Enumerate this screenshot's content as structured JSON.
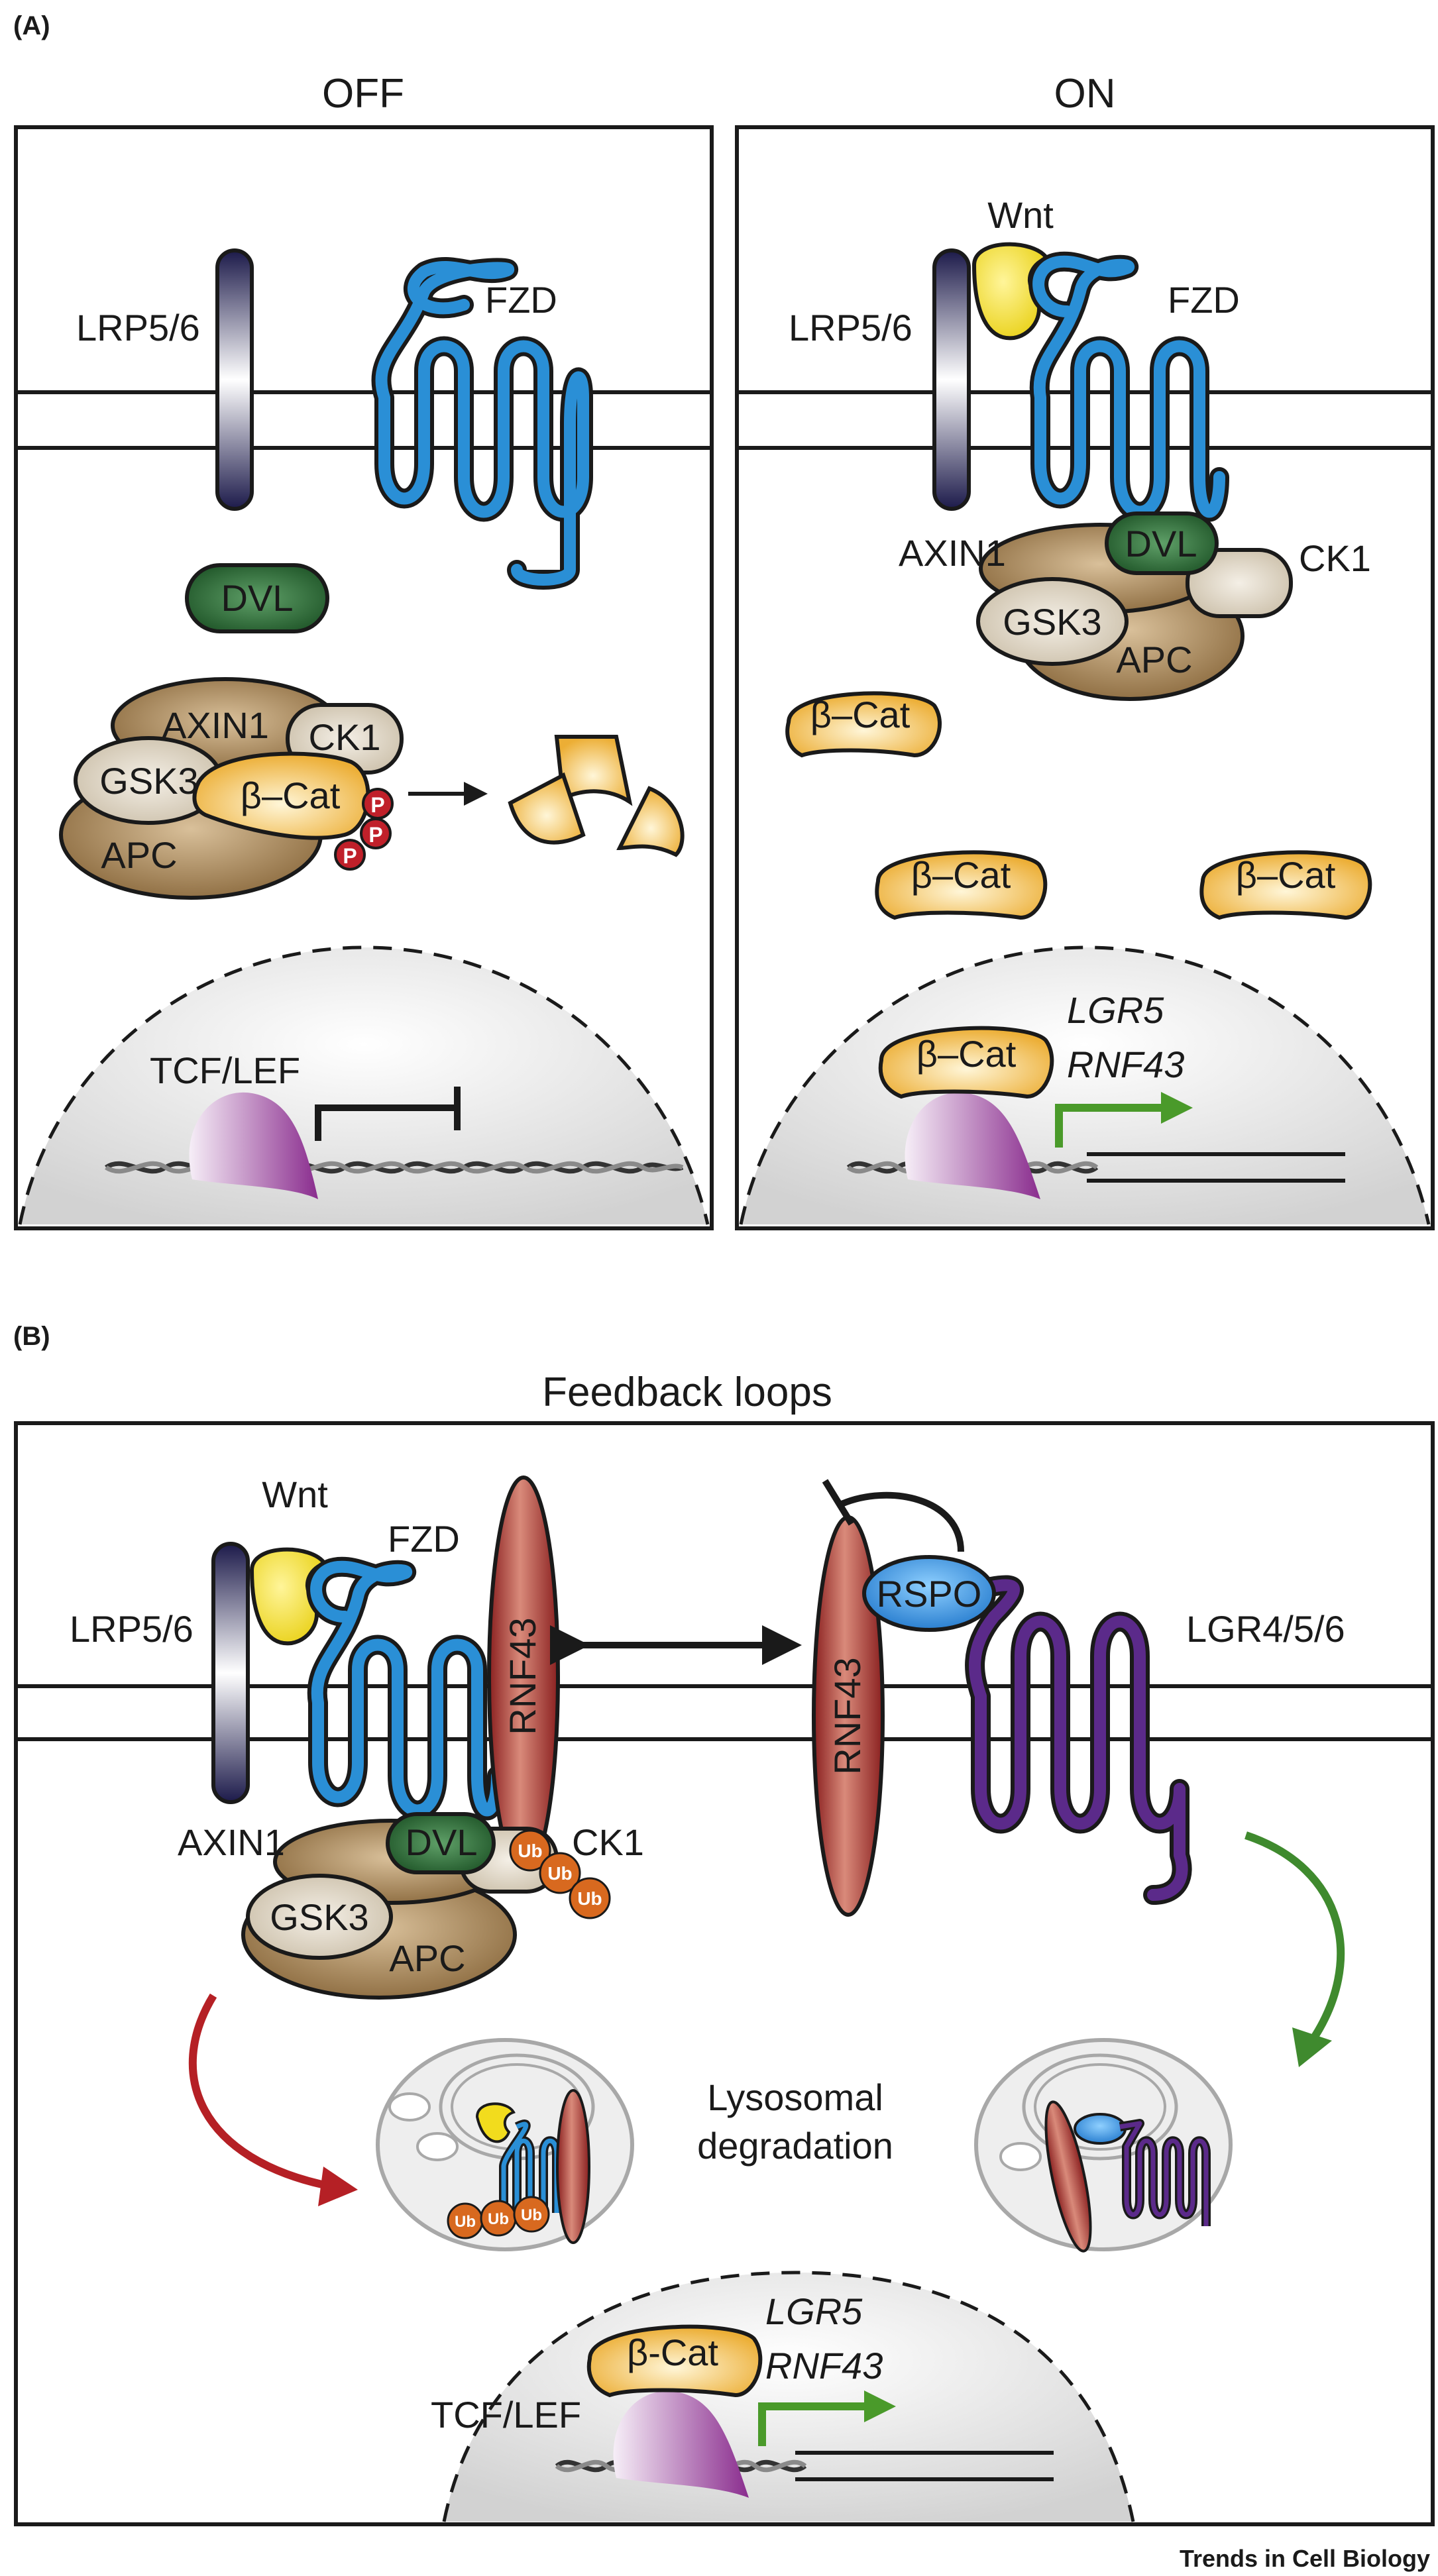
{
  "panel_a": {
    "label": "(A)",
    "off": {
      "title": "OFF",
      "lrp": "LRP5/6",
      "fzd": "FZD",
      "dvl": "DVL",
      "axin": "AXIN1",
      "ck1": "CK1",
      "gsk3": "GSK3",
      "bcat": "β–Cat",
      "apc": "APC",
      "phospho": "P",
      "tcf": "TCF/LEF"
    },
    "on": {
      "title": "ON",
      "wnt": "Wnt",
      "lrp": "LRP5/6",
      "fzd": "FZD",
      "axin": "AXIN1",
      "dvl": "DVL",
      "ck1": "CK1",
      "gsk3": "GSK3",
      "apc": "APC",
      "bcat_free_1": "β–Cat",
      "bcat_free_2": "β–Cat",
      "bcat_free_3": "β–Cat",
      "bcat_nuclear": "β–Cat",
      "gene_1": "LGR5",
      "gene_2": "RNF43"
    }
  },
  "panel_b": {
    "label": "(B)",
    "title": "Feedback loops",
    "wnt": "Wnt",
    "fzd": "FZD",
    "lrp": "LRP5/6",
    "rnf43_left": "RNF43",
    "rnf43_right": "RNF43",
    "rspo": "RSPO",
    "lgr": "LGR4/5/6",
    "axin": "AXIN1",
    "dvl": "DVL",
    "ck1": "CK1",
    "gsk3": "GSK3",
    "apc": "APC",
    "ubiquitin": "Ub",
    "lysosome_line1": "Lysosomal",
    "lysosome_line2": "degradation",
    "bcat": "β-Cat",
    "gene_1": "LGR5",
    "gene_2": "RNF43",
    "tcf": "TCF/LEF"
  },
  "credit": "Trends in Cell Biology",
  "colors": {
    "fzd": "#2a8fd6",
    "lgr": "#5b2a8a",
    "dvl": "#2f6b35",
    "bcat": "#f0b845",
    "apc": "#8b6a3e",
    "wnt": "#f2dc1d",
    "rnf43": "#a8302a",
    "rspo": "#3b96e0",
    "ubiquitin": "#d8691f",
    "phospho": "#c0202a",
    "activation_arrow": "#4a9a2a",
    "degradation_arrow_left": "#b52025",
    "degradation_arrow_right": "#3f8a2e"
  }
}
